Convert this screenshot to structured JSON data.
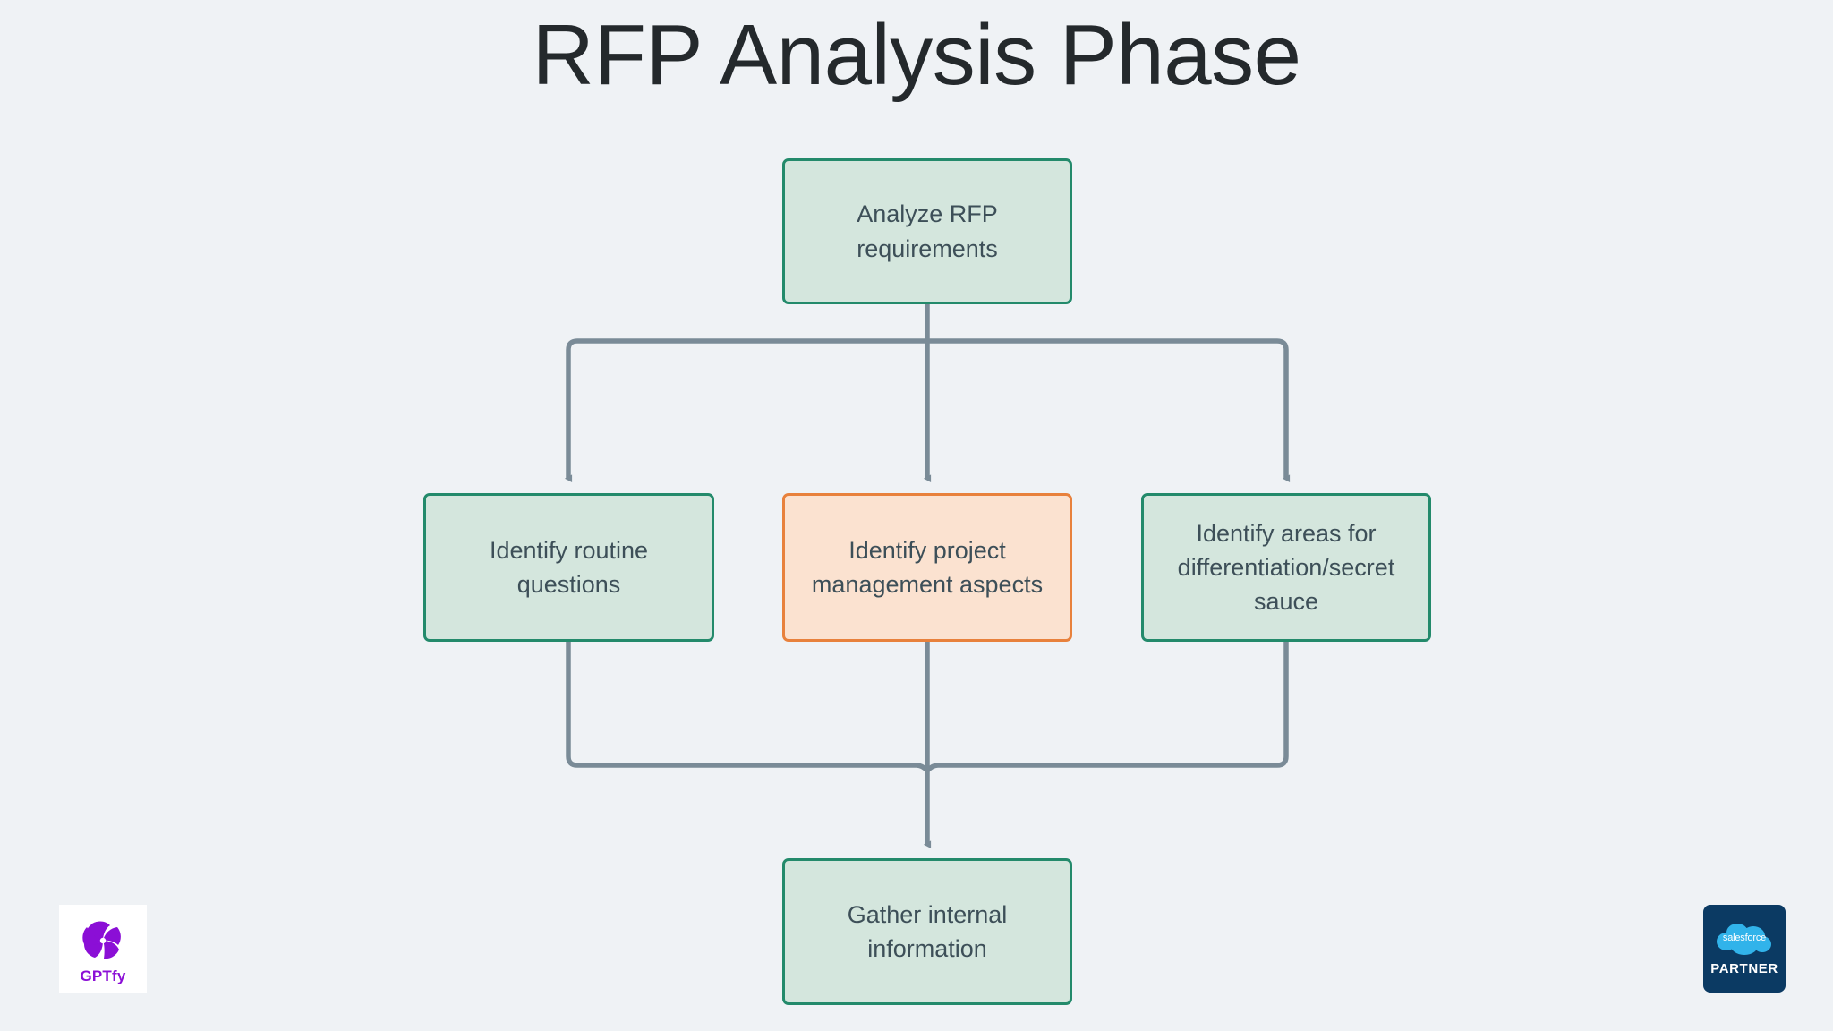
{
  "slide": {
    "title": "RFP Analysis Phase",
    "background_color": "#eff2f5",
    "title_color": "#24292c"
  },
  "diagram": {
    "type": "flowchart",
    "direction": "top-to-bottom",
    "node_text_color": "#3d4f58",
    "connector_color": "#7a8b97",
    "green_fill": "#d4e6dd",
    "green_border": "#238a6b",
    "orange_fill": "#fbe2d0",
    "orange_border": "#e8813c",
    "nodes": [
      {
        "id": "analyze",
        "label": "Analyze RFP\nrequirements",
        "style": "green"
      },
      {
        "id": "routine",
        "label": "Identify routine\nquestions",
        "style": "green"
      },
      {
        "id": "pm",
        "label": "Identify project\nmanagement aspects",
        "style": "orange"
      },
      {
        "id": "diff",
        "label": "Identify areas for\ndifferentiation/secret\nsauce",
        "style": "green"
      },
      {
        "id": "gather",
        "label": "Gather internal\ninformation",
        "style": "green"
      }
    ],
    "edges": [
      {
        "from": "analyze",
        "to": "routine"
      },
      {
        "from": "analyze",
        "to": "pm"
      },
      {
        "from": "analyze",
        "to": "diff"
      },
      {
        "from": "routine",
        "to": "gather"
      },
      {
        "from": "pm",
        "to": "gather"
      },
      {
        "from": "diff",
        "to": "gather"
      }
    ]
  },
  "logos": {
    "gptfy": {
      "wordmark": "GPTfy",
      "mark_color": "#8b0fd6",
      "background": "#ffffff"
    },
    "salesforce": {
      "cloud_word": "salesforce",
      "tier_word": "PARTNER",
      "badge_color": "#0b3a63",
      "cloud_color": "#31b3ea"
    }
  }
}
